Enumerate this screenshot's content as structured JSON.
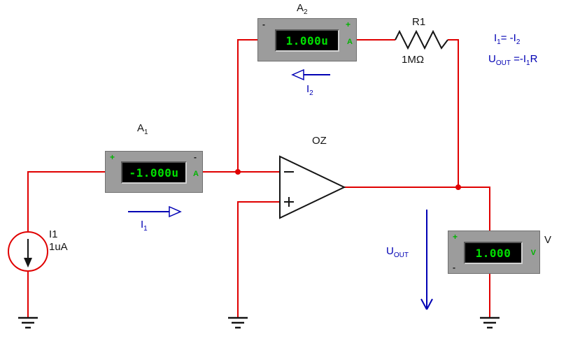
{
  "colors": {
    "wire": "#e00000",
    "annotation_blue": "#0000b4",
    "display_green": "#00e000",
    "meter_gray": "#9c9c9c"
  },
  "meters": {
    "a2": {
      "value": "1.000u",
      "unit": "A",
      "left_mark": "-",
      "right_mark": "+"
    },
    "a1": {
      "value": "-1.000u",
      "unit": "A",
      "left_mark": "+",
      "right_mark": "-"
    },
    "v": {
      "value": "1.000",
      "unit": "V",
      "top_mark": "+",
      "bottom_mark": "-"
    }
  },
  "labels": {
    "a2": {
      "base": "A",
      "sub": "2"
    },
    "a1": {
      "base": "A",
      "sub": "1"
    },
    "r1": "R1",
    "r1_value": "1MΩ",
    "oz": "OZ",
    "source_name": "I1",
    "source_value": "1uA",
    "voltmeter": "V"
  },
  "arrows": {
    "i1": {
      "base": "I",
      "sub": "1"
    },
    "i2": {
      "base": "I",
      "sub": "2"
    },
    "uout": {
      "base": "U",
      "sub": "OUT"
    }
  },
  "formulas": {
    "f1": {
      "t1": "I",
      "s1": "1",
      "t2": "= -I",
      "s2": "2"
    },
    "f2": {
      "t1": "U",
      "s1": "OUT",
      "t2": " =-I",
      "s2": "1",
      "t3": "R"
    }
  }
}
